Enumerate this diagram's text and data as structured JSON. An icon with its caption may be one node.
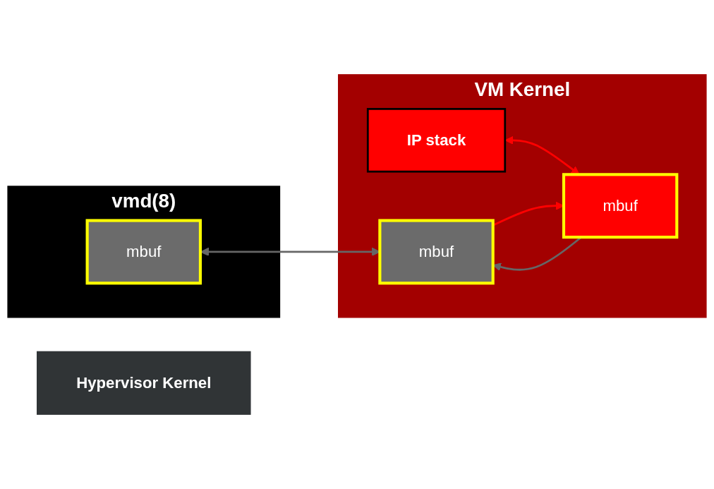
{
  "diagram": {
    "nodes": [
      {
        "text": [
          "vmd(8)"
        ]
      },
      {
        "text": [
          "mbuf"
        ],
        "in": 0
      },
      {
        "text": [
          "VM Kernel"
        ]
      },
      {
        "text": [
          "IP stack"
        ],
        "in": 2
      },
      {
        "text": [
          "mbuf"
        ],
        "in": 2
      },
      {
        "text": [
          "mbuf"
        ],
        "in": 2
      },
      {
        "text": [
          "Hypervisor Kernel"
        ]
      }
    ],
    "edges": [
      {
        "from": 3,
        "to": 4,
        "arrow": "both",
        "color": "#ff0000"
      },
      {
        "from": 4,
        "to": 5,
        "arrow": "to",
        "color": "#666666"
      },
      {
        "from": 5,
        "to": 4,
        "arrow": "to",
        "color": "#ff0000"
      },
      {
        "from": 1,
        "to": 5,
        "arrow": "both",
        "color": "#666666"
      }
    ]
  }
}
